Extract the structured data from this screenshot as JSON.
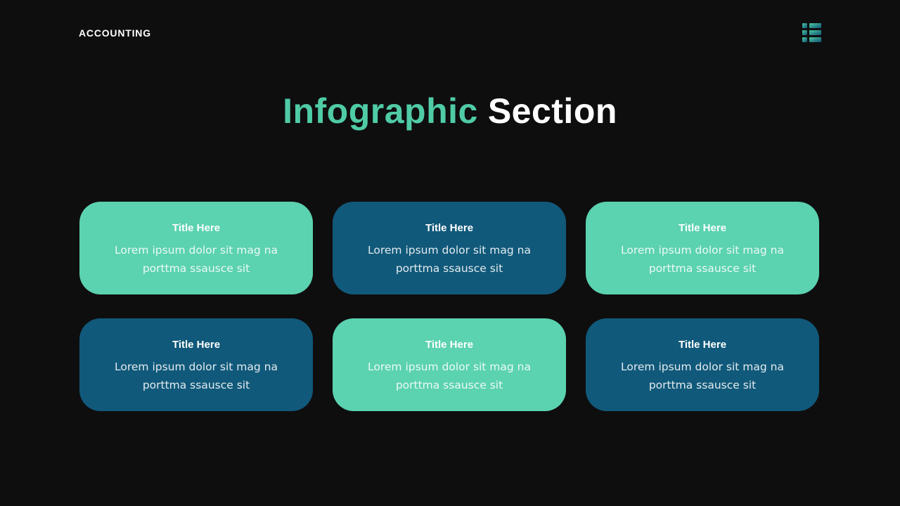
{
  "slide": {
    "background": "#0E0E0F",
    "header": {
      "brand": "ACCOUNTING"
    },
    "title": {
      "highlight": "Infographic",
      "rest": "Section"
    },
    "colors": {
      "teal": "#5BD2B0",
      "blue": "#11597A",
      "title_teal": "#4FCBA6",
      "icon_gradient_start": "#4CC6A1",
      "icon_gradient_end": "#0F5574"
    },
    "cards": [
      {
        "variant": "teal",
        "title": "Title Here",
        "line1": "Lorem ipsum dolor sit mag na",
        "line2": "porttma ssausce sit"
      },
      {
        "variant": "blue",
        "title": "Title Here",
        "line1": "Lorem ipsum dolor sit mag na",
        "line2": "porttma ssausce sit"
      },
      {
        "variant": "teal",
        "title": "Title Here",
        "line1": "Lorem ipsum dolor sit mag na",
        "line2": "porttma ssausce sit"
      },
      {
        "variant": "blue",
        "title": "Title Here",
        "line1": "Lorem ipsum dolor sit mag na",
        "line2": "porttma ssausce sit"
      },
      {
        "variant": "teal",
        "title": "Title Here",
        "line1": "Lorem ipsum dolor sit mag na",
        "line2": "porttma ssausce sit"
      },
      {
        "variant": "blue",
        "title": "Title Here",
        "line1": "Lorem ipsum dolor sit mag na",
        "line2": "porttma ssausce sit"
      }
    ]
  }
}
